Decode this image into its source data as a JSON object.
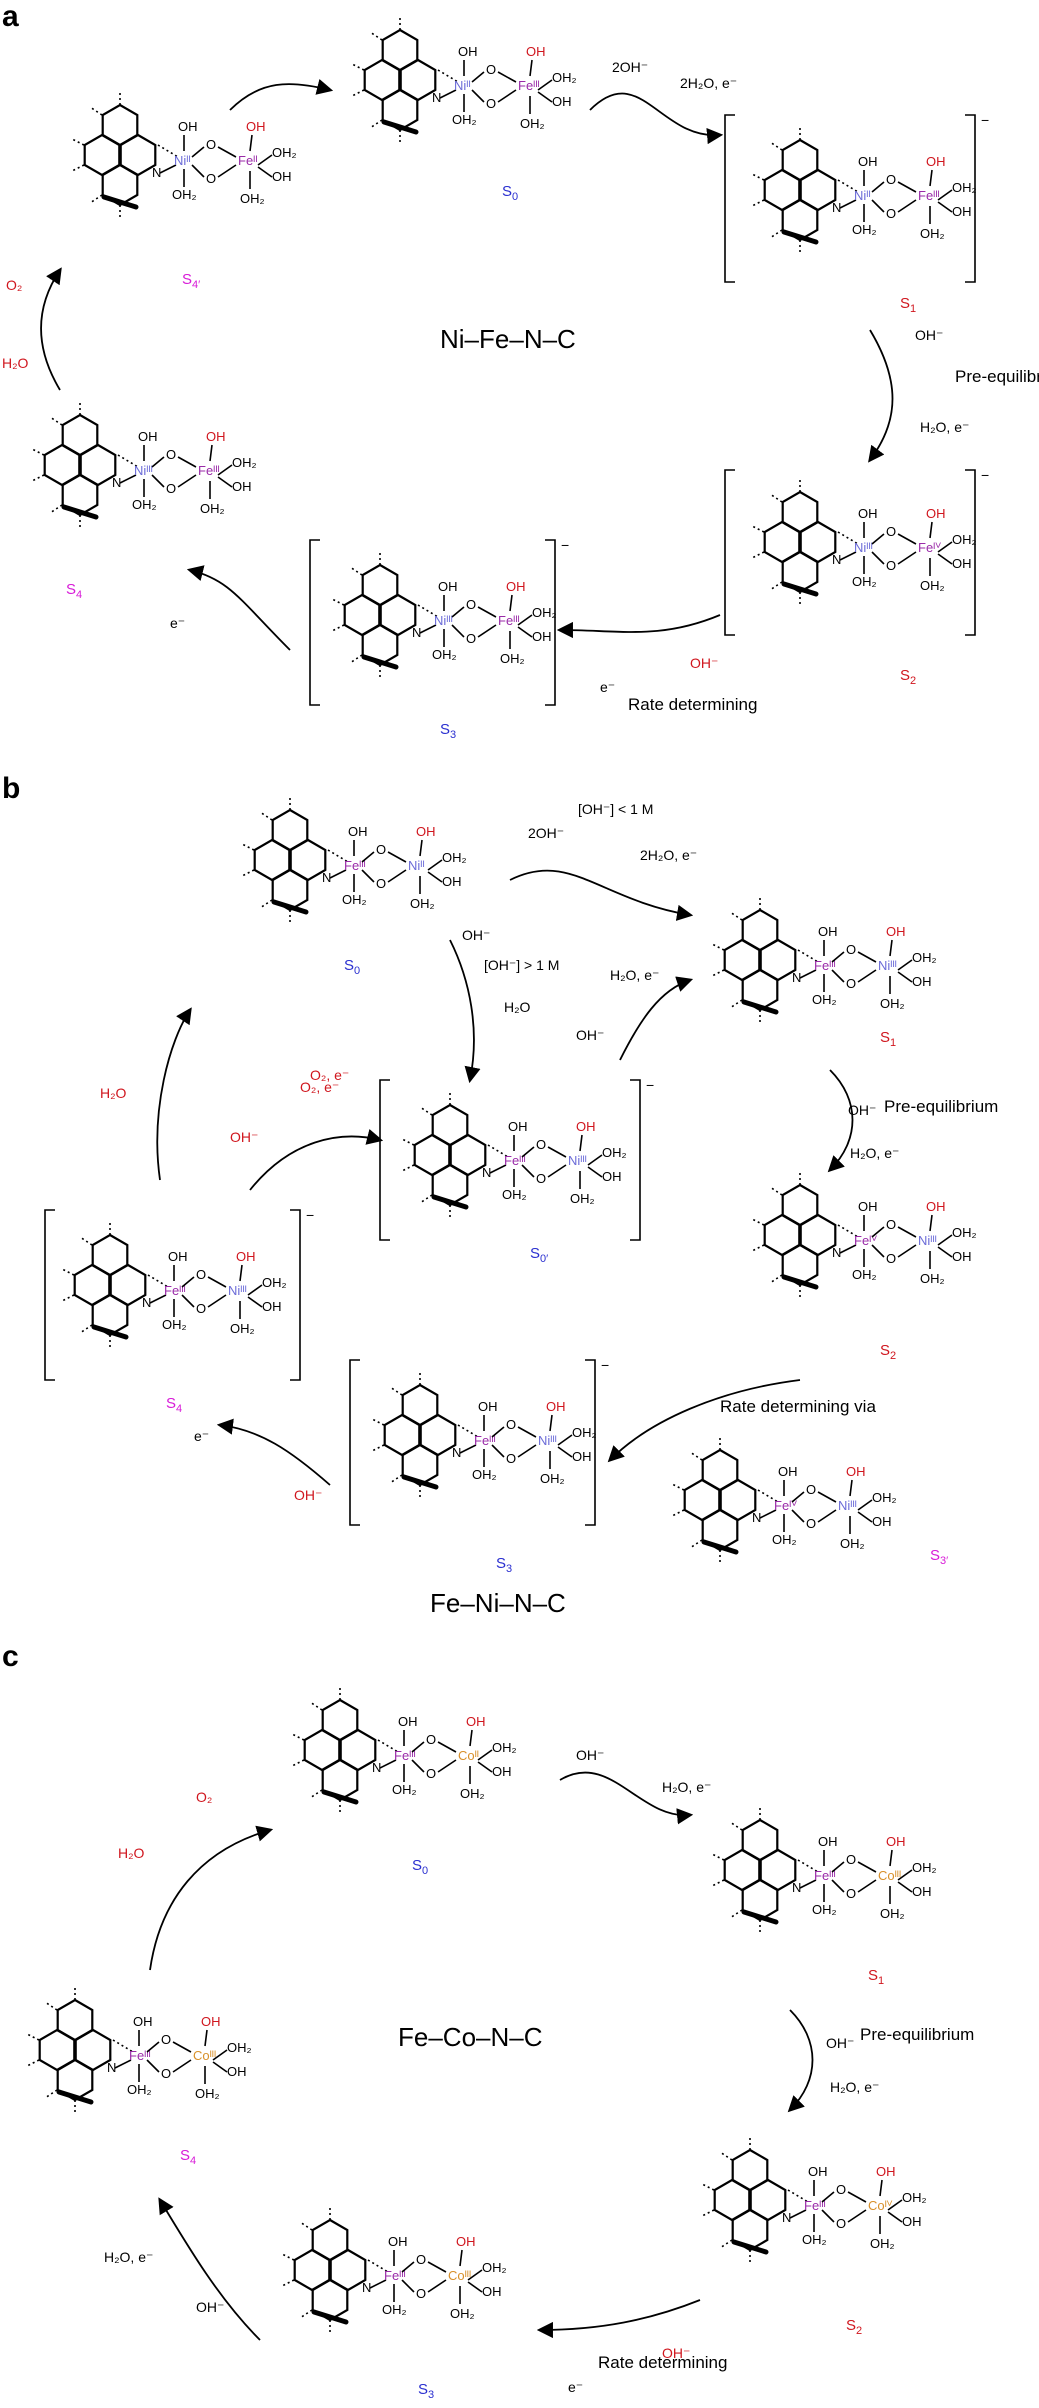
{
  "colors": {
    "red": "#d0161e",
    "blue": "#2a2fd0",
    "magenta": "#d81ad8",
    "ni": "#6b6bd8",
    "fe": "#9a2aa8",
    "co": "#d8902a"
  },
  "panels": [
    {
      "letter": "a",
      "title": "Ni–Fe–N–C",
      "states": [
        {
          "label": "S",
          "sub": "0",
          "color": "#2a2fd0"
        },
        {
          "label": "S",
          "sub": "1",
          "color": "#d0161e"
        },
        {
          "label": "S",
          "sub": "2",
          "color": "#d0161e"
        },
        {
          "label": "S",
          "sub": "3",
          "color": "#2a2fd0"
        },
        {
          "label": "S",
          "sub": "4",
          "color": "#d81ad8"
        },
        {
          "label": "S",
          "sub": "4′",
          "color": "#d81ad8"
        }
      ],
      "texts": [
        "2OH⁻",
        "2H₂O, e⁻",
        "OH⁻",
        "Pre-equilibrium",
        "H₂O, e⁻",
        "OH⁻",
        "e⁻",
        "Rate determining",
        "e⁻",
        "O₂",
        "H₂O"
      ],
      "charges": [
        "−",
        "−",
        "−"
      ]
    },
    {
      "letter": "b",
      "title": "Fe–Ni–N–C",
      "states": [
        {
          "label": "S",
          "sub": "0",
          "color": "#2a2fd0"
        },
        {
          "label": "S",
          "sub": "1",
          "color": "#d0161e"
        },
        {
          "label": "S",
          "sub": "2",
          "color": "#d0161e"
        },
        {
          "label": "S",
          "sub": "3",
          "color": "#2a2fd0"
        },
        {
          "label": "S",
          "sub": "4",
          "color": "#d81ad8"
        },
        {
          "label": "S",
          "sub": "0′",
          "color": "#2a2fd0"
        },
        {
          "label": "S",
          "sub": "3′",
          "color": "#d81ad8"
        }
      ],
      "texts": [
        "[OH⁻] < 1 M",
        "2OH⁻",
        "2H₂O, e⁻",
        "OH⁻",
        "[OH⁻] > 1 M",
        "H₂O",
        "H₂O, e⁻",
        "OH⁻",
        "OH⁻",
        "Pre-equilibrium",
        "H₂O, e⁻",
        "Rate determining via",
        "O₂, e⁻",
        "H₂O",
        "O₂, e⁻",
        "OH⁻",
        "e⁻",
        "OH⁻"
      ],
      "charges": [
        "−",
        "−",
        "−",
        "−"
      ]
    },
    {
      "letter": "c",
      "title": "Fe–Co–N–C",
      "states": [
        {
          "label": "S",
          "sub": "0",
          "color": "#2a2fd0"
        },
        {
          "label": "S",
          "sub": "1",
          "color": "#d0161e"
        },
        {
          "label": "S",
          "sub": "2",
          "color": "#d0161e"
        },
        {
          "label": "S",
          "sub": "3",
          "color": "#2a2fd0"
        },
        {
          "label": "S",
          "sub": "4",
          "color": "#d81ad8"
        }
      ],
      "texts": [
        "OH⁻",
        "H₂O, e⁻",
        "OH⁻",
        "Pre-equilibrium",
        "H₂O, e⁻",
        "OH⁻",
        "e⁻",
        "Rate determining",
        "H₂O, e⁻",
        "OH⁻",
        "O₂",
        "H₂O"
      ],
      "charges": []
    }
  ]
}
